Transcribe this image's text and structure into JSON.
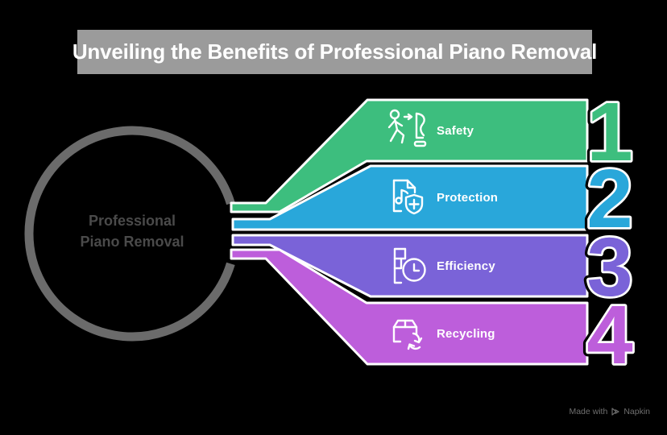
{
  "title": {
    "text": "Unveiling the Benefits of Professional Piano Removal",
    "bg_color": "#9b9b9b",
    "text_color": "#ffffff"
  },
  "hub": {
    "line1": "Professional",
    "line2": "Piano Removal",
    "ring_color": "#6b6b6b",
    "text_color": "#4a4a4a"
  },
  "bands": [
    {
      "number": "1",
      "label": "Safety",
      "color": "#3dbe7e",
      "icon": "person-moving-piano-icon"
    },
    {
      "number": "2",
      "label": "Protection",
      "color": "#29a7da",
      "icon": "music-document-shield-icon"
    },
    {
      "number": "3",
      "label": "Efficiency",
      "color": "#7a63d8",
      "icon": "piano-keys-clock-icon"
    },
    {
      "number": "4",
      "label": "Recycling",
      "color": "#bd5edb",
      "icon": "package-recycle-icon"
    }
  ],
  "watermark": {
    "prefix": "Made with",
    "brand": "Napkin",
    "color": "#6f6f6f"
  }
}
